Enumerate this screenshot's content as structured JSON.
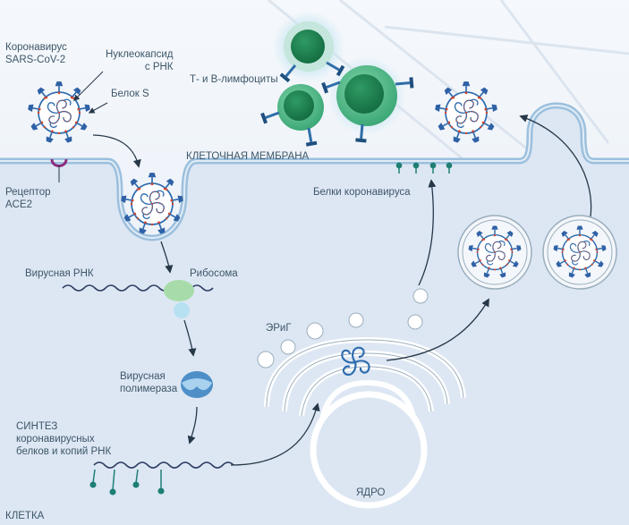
{
  "labels": {
    "virus_name": "Коронавирус\nSARS-CoV-2",
    "nucleocapsid": "Нуклеокапсид\nс РНК",
    "protein_s": "Белок S",
    "receptor": "Рецептор\nACE2",
    "lymphocytes": "Т- и В-лимфоциты",
    "membrane": "КЛЕТОЧНАЯ МЕМБРАНА",
    "virus_proteins": "Белки коронавируса",
    "viral_rna": "Вирусная РНК",
    "ribosome": "Рибосома",
    "polymerase": "Вирусная\nполимераза",
    "synthesis": "СИНТЕЗ\nкоронавирусных\nбелков и копий РНК",
    "er": "ЭРиГ",
    "nucleus": "ЯДРО",
    "cell": "КЛЕТКА"
  },
  "colors": {
    "cell_fill": "#dde7f3",
    "membrane": "#9cc0de",
    "virus_outline": "#2e6cae",
    "spike_red": "#d2452f",
    "lymphocyte_green": "#2e9e69",
    "protein_teal": "#1e7f75"
  }
}
